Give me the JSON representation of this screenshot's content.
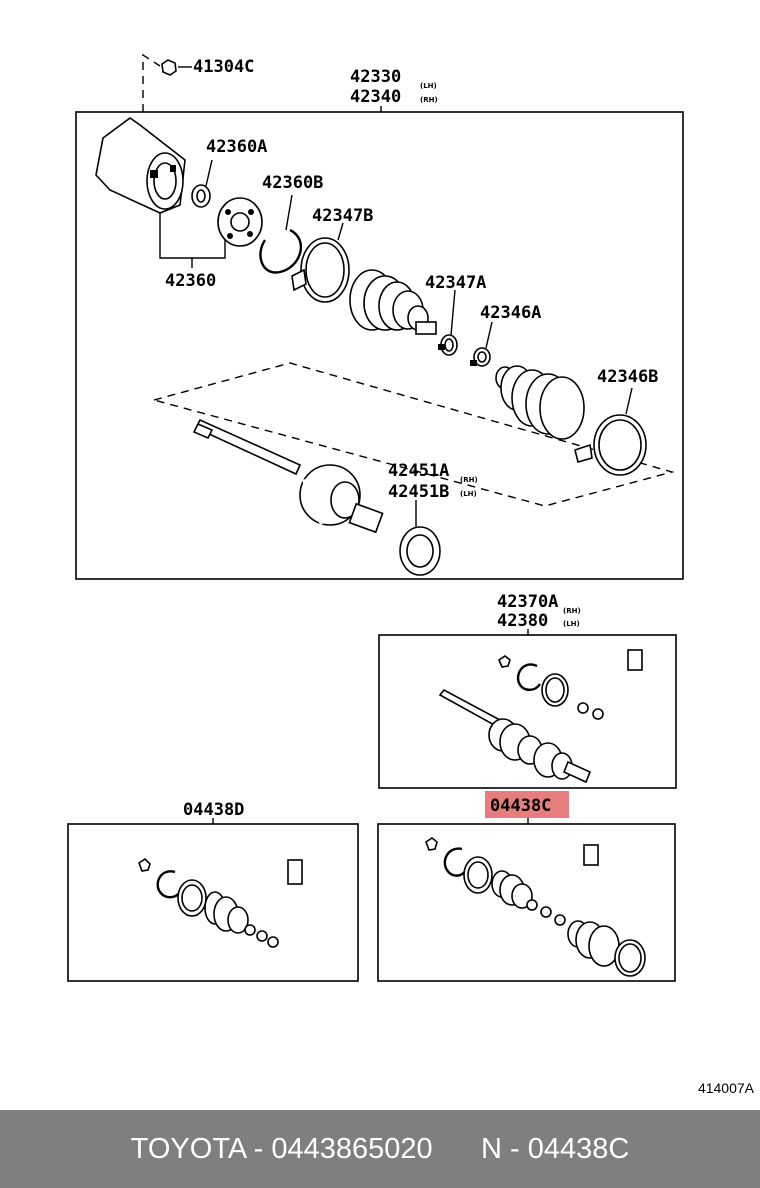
{
  "labels": {
    "p41304c": "41304C",
    "p42330": "42330",
    "p42330_sub": "(LH)",
    "p42340": "42340",
    "p42340_sub": "(RH)",
    "p42360a": "42360A",
    "p42360b": "42360B",
    "p42347b": "42347B",
    "p42360": "42360",
    "p42347a": "42347A",
    "p42346a": "42346A",
    "p42346b": "42346B",
    "p42451a": "42451A",
    "p42451a_sub": "(RH)",
    "p42451b": "42451B",
    "p42451b_sub": "(LH)",
    "p42370a": "42370A",
    "p42370a_sub": "(RH)",
    "p42380": "42380",
    "p42380_sub": "(LH)",
    "p04438d": "04438D",
    "p04438c": "04438C"
  },
  "diagram_code": "414007A",
  "footer": {
    "text": "TOYOTA - 0443865020      N - 04438C"
  },
  "colors": {
    "highlight": "#e87d7d",
    "footer_bg": "#7f7f7f",
    "footer_text": "#ffffff"
  }
}
